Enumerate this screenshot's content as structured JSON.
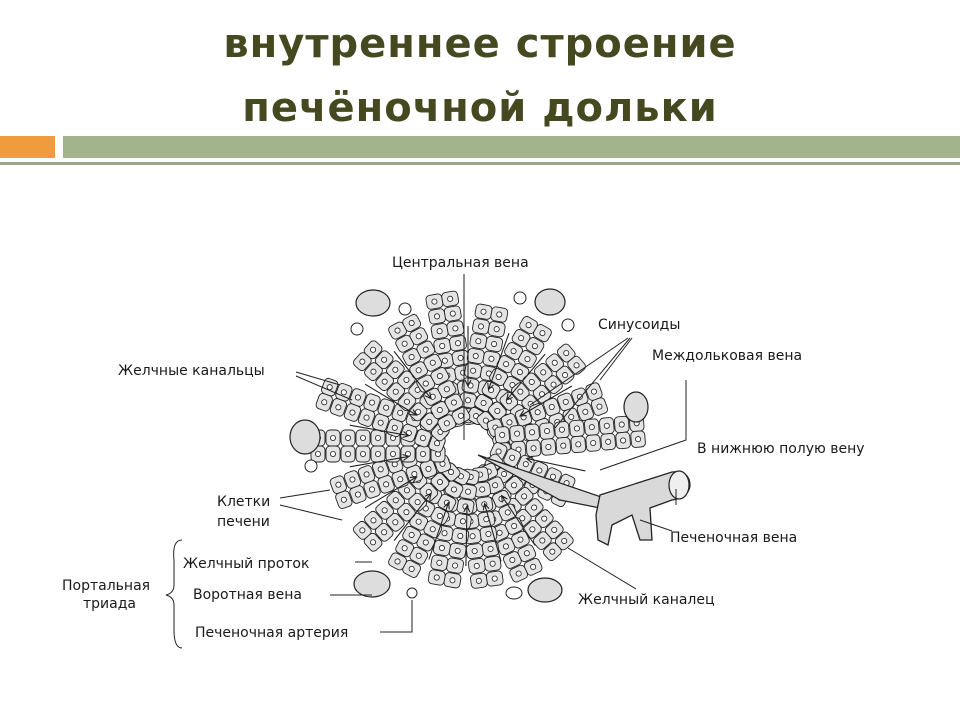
{
  "slide": {
    "title_line1": "внутреннее строение",
    "title_line2": "печёночной дольки",
    "accent_color": "#f19c3c",
    "bar_color": "#a3b38c",
    "title_color": "#46481f"
  },
  "diagram": {
    "labels": {
      "central_vein": "Центральная вена",
      "sinusoids": "Синусоиды",
      "interlobular_vein": "Междольковая вена",
      "bile_canaliculi": "Желчные канальцы",
      "to_vena_cava": "В нижнюю полую вену",
      "liver_cells_1": "Клетки",
      "liver_cells_2": "печени",
      "hepatic_vein": "Печеночная вена",
      "bile_duct": "Желчный проток",
      "portal_triad_1": "Портальная",
      "portal_triad_2": "триада",
      "portal_vein": "Воротная вена",
      "bile_canaliculus": "Желчный каналец",
      "hepatic_artery": "Печеночная артерия"
    }
  }
}
